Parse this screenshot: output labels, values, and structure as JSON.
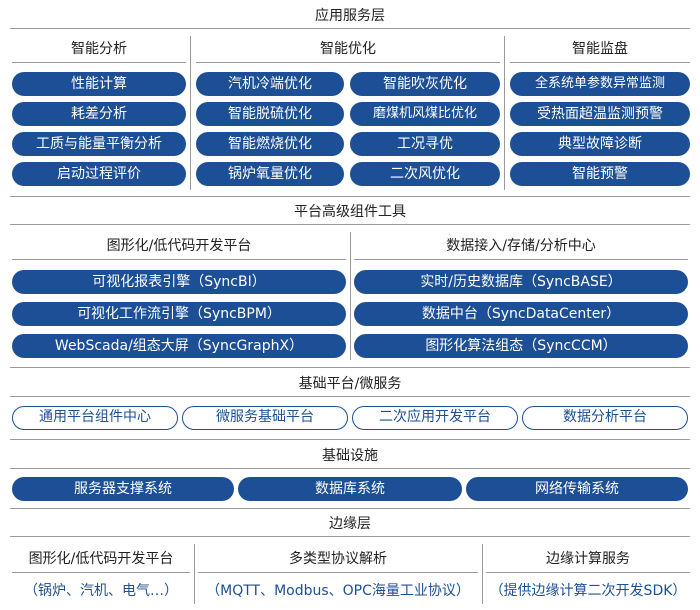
{
  "layers": {
    "application": {
      "title": "应用服务层",
      "smart_analysis": {
        "title": "智能分析",
        "items": [
          "性能计算",
          "耗差分析",
          "工质与能量平衡分析",
          "启动过程评价"
        ]
      },
      "smart_optimization": {
        "title": "智能优化",
        "col1": [
          "汽机冷端优化",
          "智能脱硫优化",
          "智能燃烧优化",
          "锅炉氧量优化"
        ],
        "col2": [
          "智能吹灰优化",
          "磨煤机风煤比优化",
          "工况寻优",
          "二次风优化"
        ]
      },
      "smart_monitoring": {
        "title": "智能监盘",
        "items": [
          "全系统单参数异常监测",
          "受热面超温监测预警",
          "典型故障诊断",
          "智能预警"
        ]
      }
    },
    "platform_tools": {
      "title": "平台高级组件工具",
      "lowcode": {
        "title": "图形化/低代码开发平台",
        "items": [
          "可视化报表引擎（SyncBI）",
          "可视化工作流引擎（SyncBPM）",
          "WebScada/组态大屏（SyncGraphX）"
        ]
      },
      "data_center": {
        "title": "数据接入/存储/分析中心",
        "items": [
          "实时/历史数据库（SyncBASE）",
          "数据中台（SyncDataCenter）",
          "图形化算法组态（SyncCCM）"
        ]
      }
    },
    "base_platform": {
      "title": "基础平台/微服务",
      "items": [
        "通用平台组件中心",
        "微服务基础平台",
        "二次应用开发平台",
        "数据分析平台"
      ]
    },
    "infrastructure": {
      "title": "基础设施",
      "items": [
        "服务器支撑系统",
        "数据库系统",
        "网络传输系统"
      ]
    },
    "edge": {
      "title": "边缘层",
      "groups": [
        {
          "title": "图形化/低代码开发平台",
          "detail": "（锅炉、汽机、电气…）"
        },
        {
          "title": "多类型协议解析",
          "detail": "（MQTT、Modbus、OPC海量工业协议）"
        },
        {
          "title": "边缘计算服务",
          "detail": "（提供边缘计算二次开发SDK）"
        }
      ]
    }
  },
  "colors": {
    "pill_fill": "#1c4f96",
    "line": "#9a9a9a"
  }
}
